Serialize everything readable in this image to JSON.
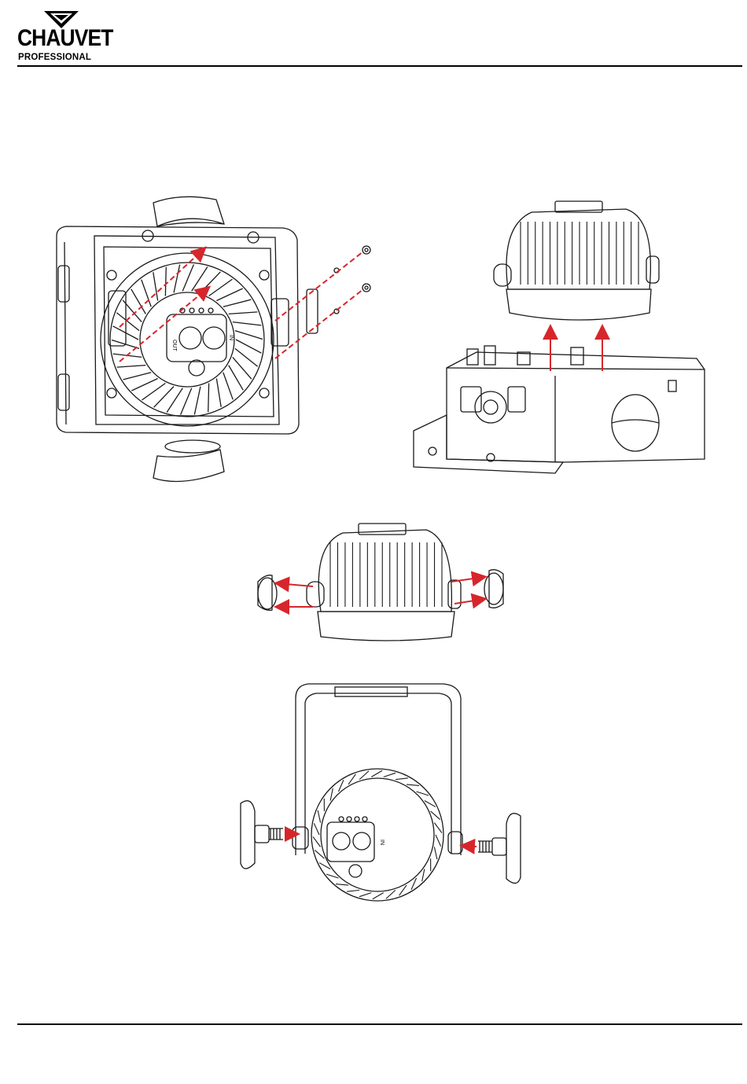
{
  "header": {
    "brand_name": "CHAUVET",
    "brand_sub": "PROFESSIONAL"
  },
  "figure1": {
    "label_out": "OUT",
    "label_in": "IN"
  },
  "figure4": {
    "label_in": "IN"
  },
  "colors": {
    "line": "#1a1a1a",
    "arrow_red": "#d7262b",
    "background": "#ffffff"
  }
}
